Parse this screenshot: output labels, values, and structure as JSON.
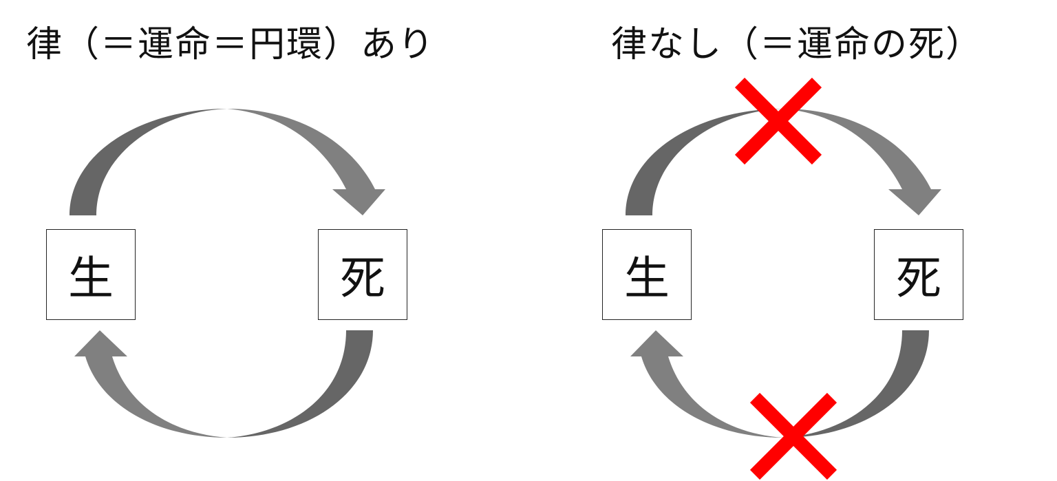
{
  "left": {
    "title": "律（＝運命＝円環）あり",
    "life": "生",
    "death": "死"
  },
  "right": {
    "title": "律なし（＝運命の死）",
    "life": "生",
    "death": "死"
  },
  "colors": {
    "arrow_dark": "#666666",
    "arrow_light": "#808080",
    "cross": "#ff0000"
  }
}
